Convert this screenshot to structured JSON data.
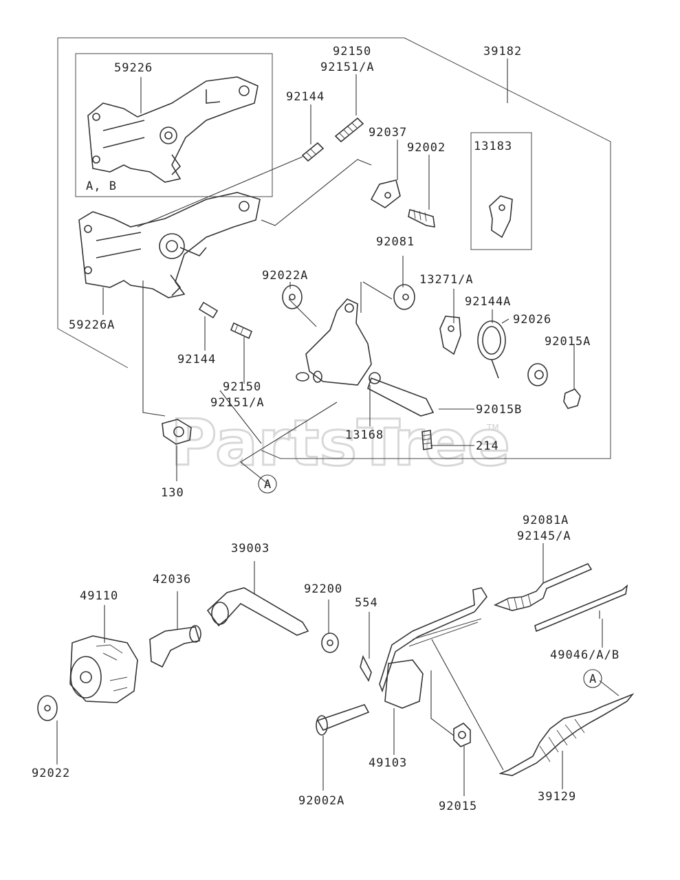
{
  "watermark": "PartsTree",
  "trademark": "TM",
  "labels": {
    "l59226": "59226",
    "lAB": "A, B",
    "l92150_top": "92150",
    "l92151A_top": "92151/A",
    "l92144_top": "92144",
    "l39182": "39182",
    "l92037": "92037",
    "l92002": "92002",
    "l13183": "13183",
    "l92081": "92081",
    "l92022A": "92022A",
    "l13271A": "13271/A",
    "l92144A": "92144A",
    "l92026": "92026",
    "l92015A": "92015A",
    "l59226A": "59226A",
    "l92144_bot": "92144",
    "l92150_bot": "92150",
    "l92151A_bot": "92151/A",
    "l92015B": "92015B",
    "l13168": "13168",
    "l214": "214",
    "l130": "130",
    "lA_top": "A",
    "l92081A": "92081A",
    "l92145A": "92145/A",
    "l39003": "39003",
    "l42036": "42036",
    "l49110": "49110",
    "l92200": "92200",
    "l554": "554",
    "l49046": "49046/A/B",
    "lA_bot": "A",
    "l92022": "92022",
    "l92002A": "92002A",
    "l49103": "49103",
    "l92015": "92015",
    "l39129": "39129"
  }
}
